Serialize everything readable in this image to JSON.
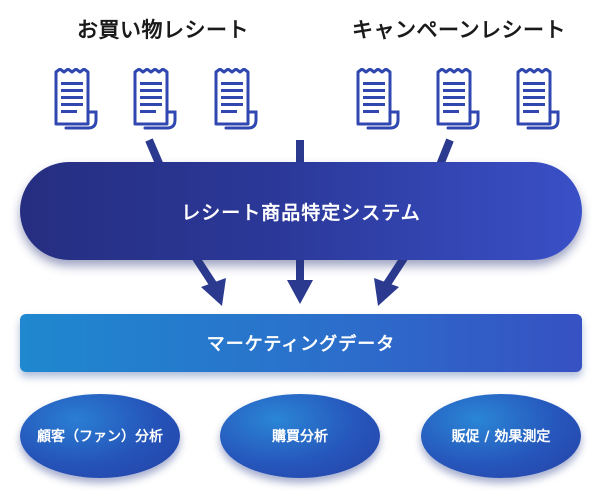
{
  "headings": {
    "shopping_receipt": "お買い物レシート",
    "campaign_receipt": "キャンペーンレシート"
  },
  "system": {
    "label": "レシート商品特定システム"
  },
  "output": {
    "label": "マーケティングデータ"
  },
  "analyses": [
    {
      "label": "顧客（ファン）分析"
    },
    {
      "label": "購買分析"
    },
    {
      "label": "販促 / 効果測定"
    }
  ],
  "icons": {
    "receipt": "receipt-icon"
  },
  "colors": {
    "icon_blue": "#3047b0",
    "arrow": "#2b3a8f",
    "pill_start": "#252e80",
    "pill_end": "#3a50c7",
    "bar_start": "#1f88cf",
    "bar_end": "#3651c3"
  }
}
